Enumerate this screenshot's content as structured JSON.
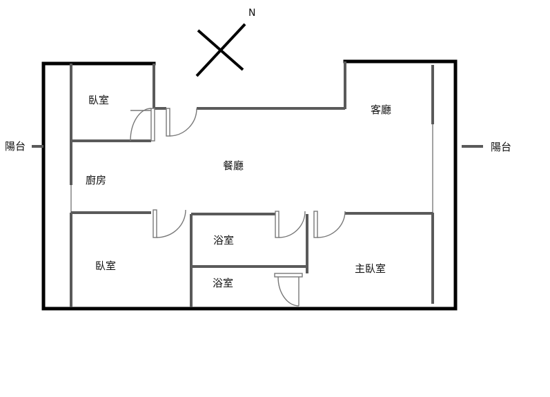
{
  "compass": {
    "north_label": "N"
  },
  "rooms": {
    "bedroom_top": "臥室",
    "kitchen": "廚房",
    "dining": "餐廳",
    "living": "客廳",
    "bath_1": "浴室",
    "bath_2": "浴室",
    "bedroom_bottom": "臥室",
    "master_bedroom": "主臥室"
  },
  "balconies": {
    "west": "陽台",
    "east": "陽台"
  },
  "colors": {
    "outer_wall": "#000000",
    "inner_wall": "#5a5a5a",
    "door": "#777777"
  }
}
